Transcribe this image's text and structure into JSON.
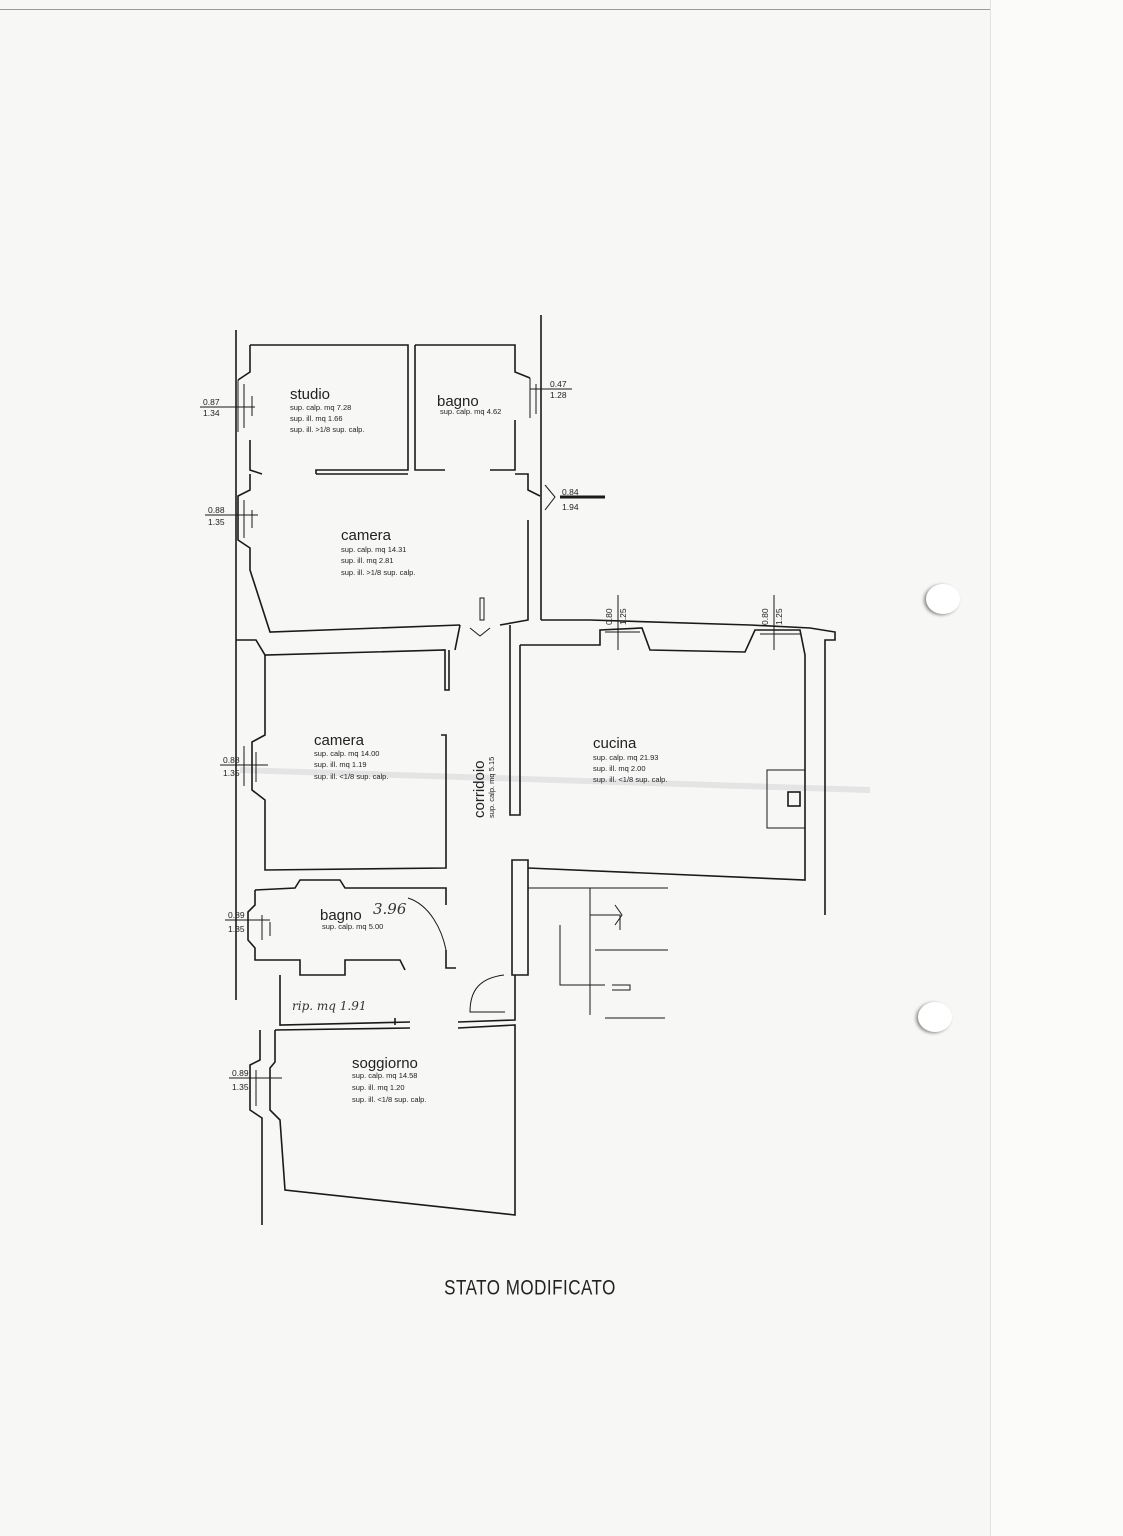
{
  "title": "STATO MODIFICATO",
  "rooms": {
    "studio": {
      "name": "studio",
      "lines": [
        "sup. calp. mq 7.28",
        "sup. ill. mq 1.66",
        "sup. ill. >1/8 sup. calp."
      ]
    },
    "bagno_top": {
      "name": "bagno",
      "lines": [
        "sup. calp. mq 4.62"
      ]
    },
    "camera_top": {
      "name": "camera",
      "lines": [
        "sup. calp. mq 14.31",
        "sup. ill. mq 2.81",
        "sup. ill. >1/8 sup. calp."
      ]
    },
    "camera_mid": {
      "name": "camera",
      "lines": [
        "sup. calp. mq 14.00",
        "sup. ill. mq 1.19",
        "sup. ill. <1/8 sup. calp."
      ]
    },
    "corridoio": {
      "name": "corridoio",
      "lines": [
        "sup. calp. mq 5.15"
      ]
    },
    "cucina": {
      "name": "cucina",
      "lines": [
        "sup. calp. mq 21.93",
        "sup. ill. mq 2.00",
        "sup. ill. <1/8 sup. calp."
      ]
    },
    "bagno_bottom": {
      "name": "bagno",
      "lines": [
        "sup. calp. mq 5.00"
      ],
      "handwritten": "3.96"
    },
    "ripostiglio": {
      "handwritten": "rip. mq 1.91"
    },
    "soggiorno": {
      "name": "soggiorno",
      "lines": [
        "sup. calp. mq 14.58",
        "sup. ill. mq 1.20",
        "sup. ill. <1/8 sup. calp."
      ]
    }
  },
  "window_dims": {
    "studio": [
      "0.87",
      "1.34"
    ],
    "bagno_top": [
      "0.47",
      "1.28"
    ],
    "entrance": [
      "0.84",
      "1.94"
    ],
    "camera_top": [
      "0.88",
      "1.35"
    ],
    "camera_mid": [
      "0.88",
      "1.35"
    ],
    "bagno_bottom": [
      "0.89",
      "1.35"
    ],
    "soggiorno": [
      "0.89",
      "1.35"
    ],
    "cucina_1": [
      "0.80",
      "1.25"
    ],
    "cucina_2": [
      "0.80",
      "1.25"
    ]
  },
  "icons": {
    "punch_holes": "punch-hole-icon",
    "entrance": "entrance-arrow-icon"
  }
}
